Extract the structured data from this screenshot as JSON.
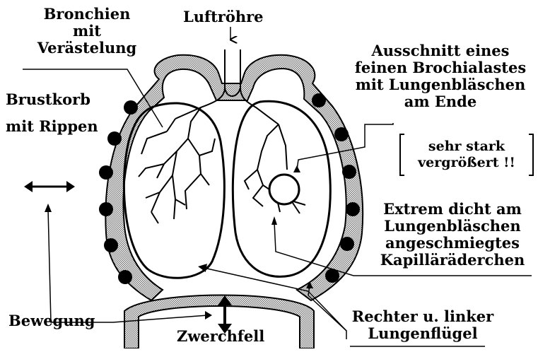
{
  "labels": {
    "bronchien": [
      "Bronchien",
      "mit",
      "Verästelung"
    ],
    "luftroehre": "Luftröhre",
    "ausschnitt": [
      "Ausschnitt eines",
      "feinen Brochialastes",
      "mit Lungenbläschen",
      "am Ende"
    ],
    "brustkorb": [
      "Brustkorb",
      "mit Rippen"
    ],
    "vergroessert": [
      "sehr stark",
      "vergrößert !!"
    ],
    "kapillar": [
      "Extrem dicht am",
      "Lungenbläschen",
      "angeschmiegtes",
      "Kapilläräderchen"
    ],
    "bewegung": "Bewegung",
    "zwerchfell": "Zwerchfell",
    "lungenfluegel": [
      "Rechter u. linker",
      "Lungenflügel"
    ]
  },
  "colors": {
    "ink": "#000000",
    "paper": "#ffffff",
    "hatch": "#8c8c8c"
  }
}
